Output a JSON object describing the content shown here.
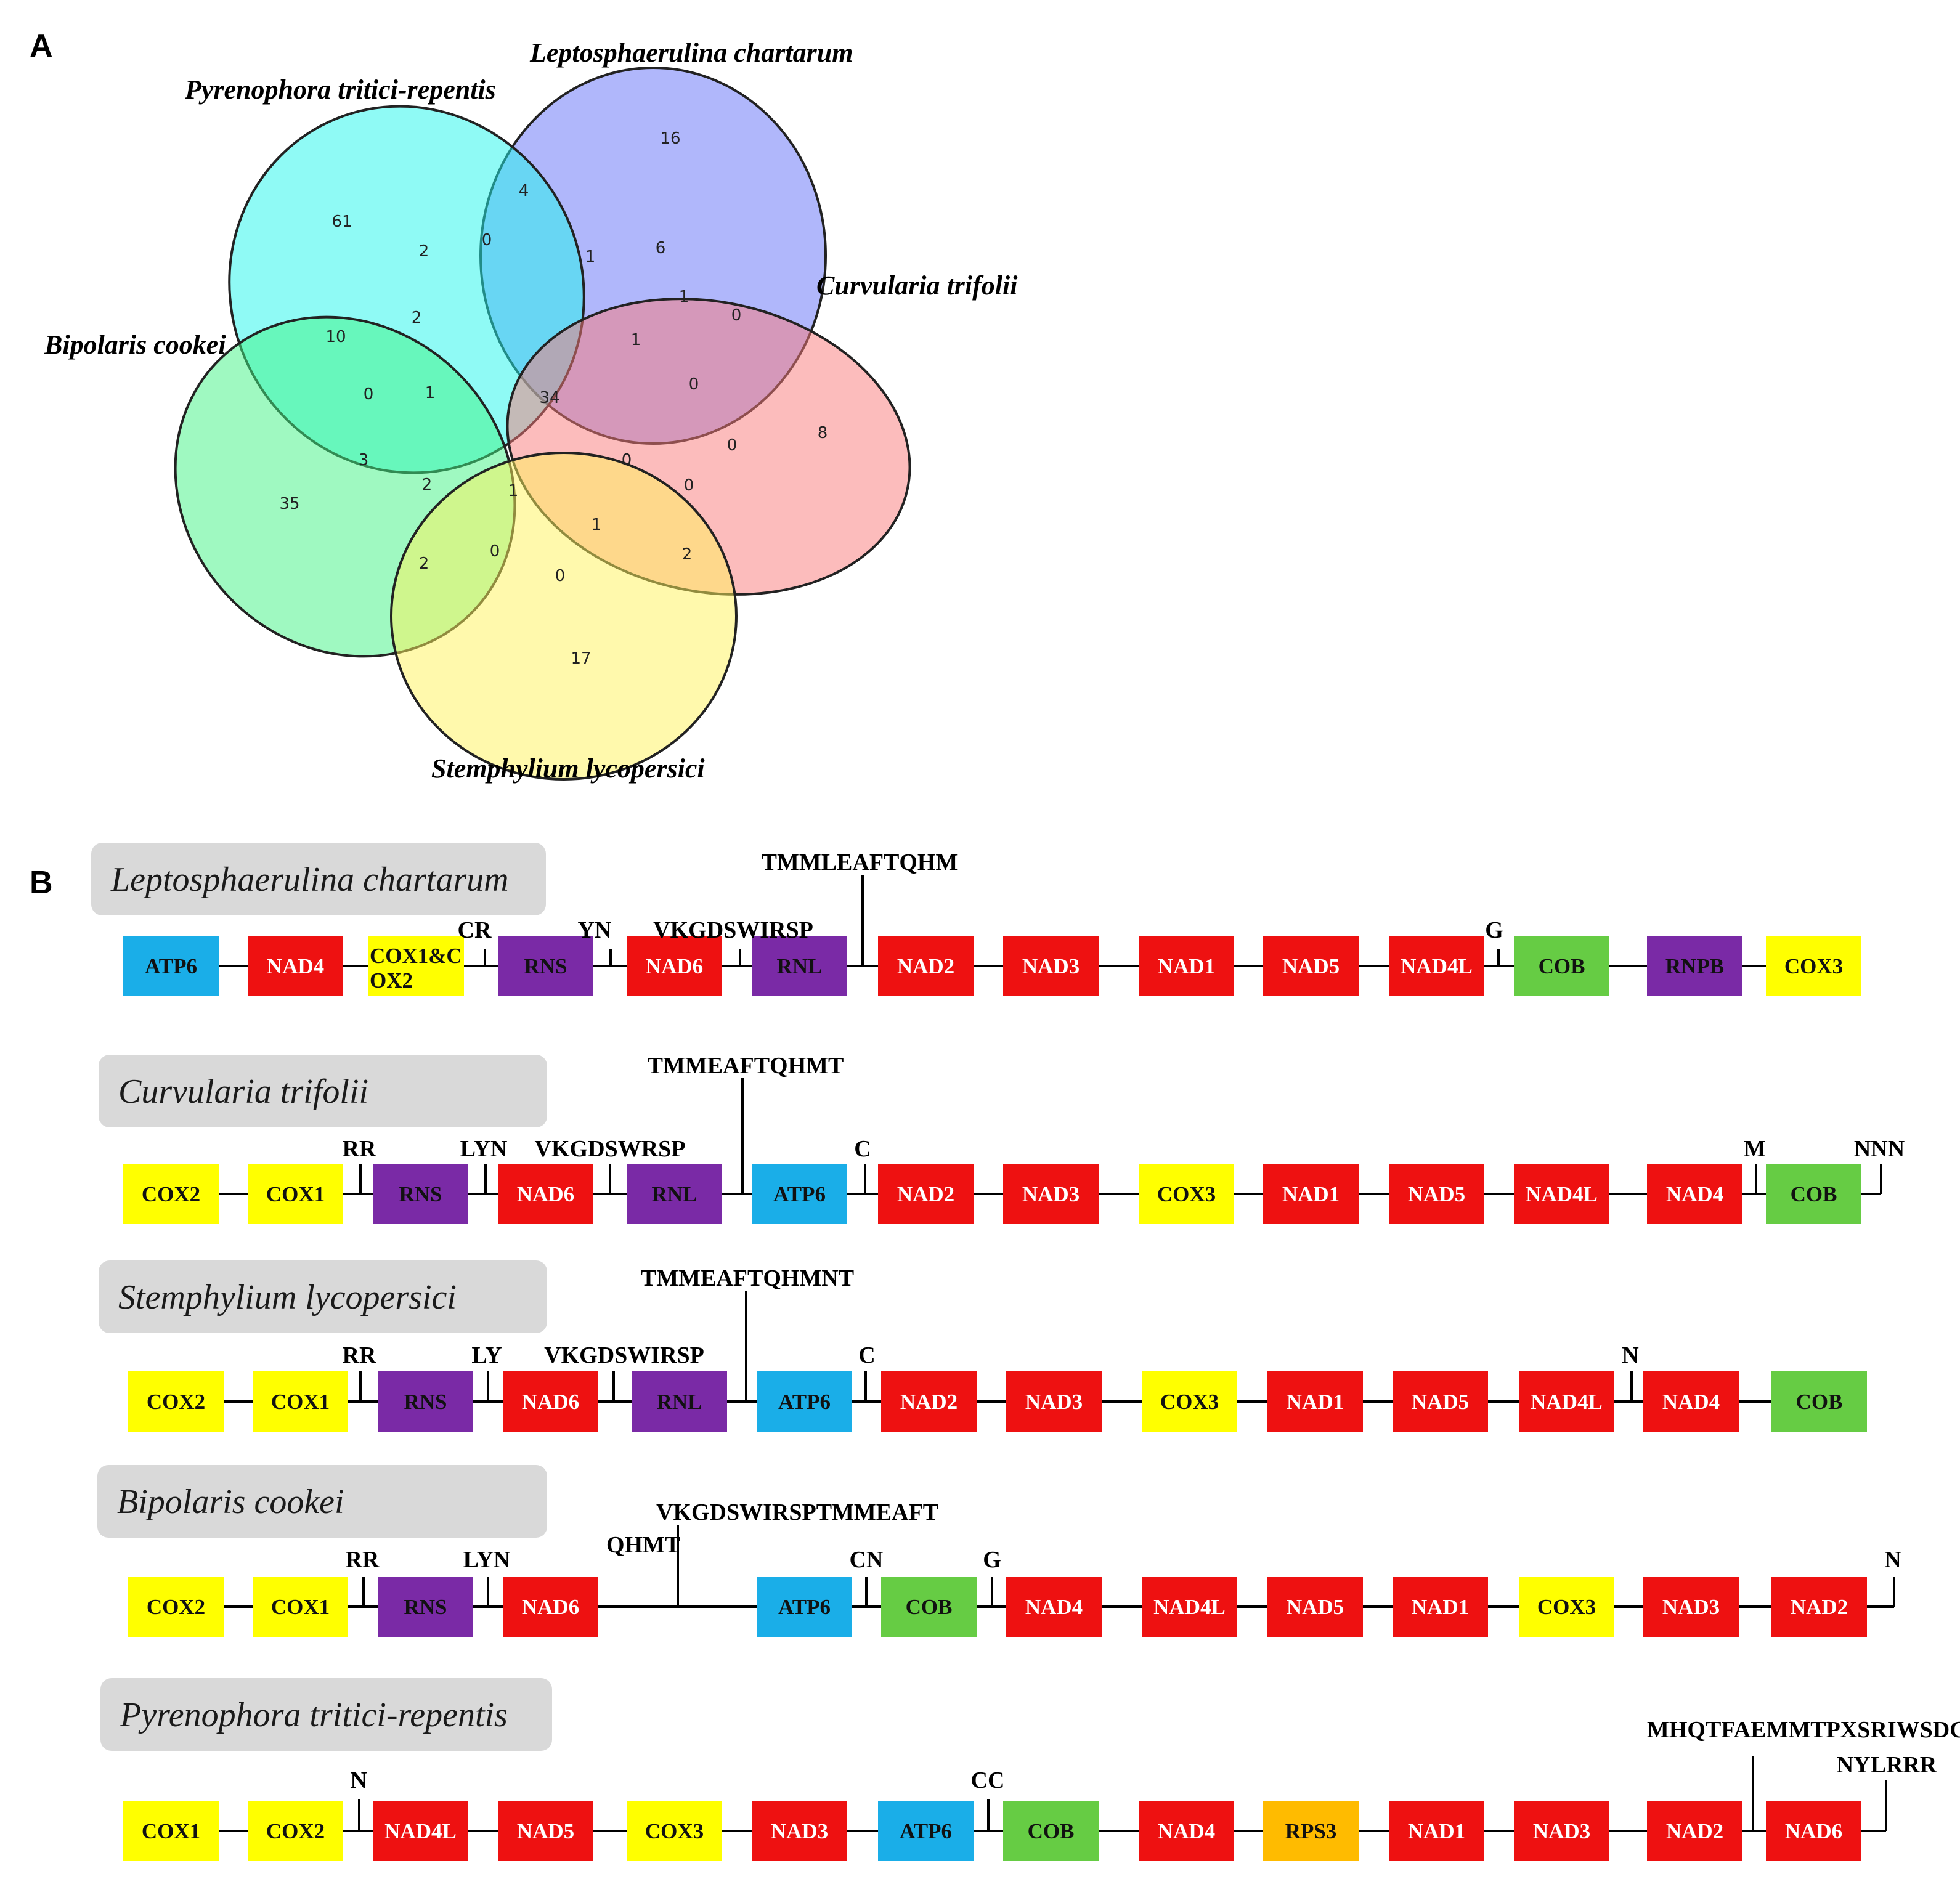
{
  "panels": {
    "a": "A",
    "b": "B"
  },
  "venn": {
    "species": {
      "lc": "Leptosphaerulina chartarum",
      "pt": "Pyrenophora tritici-repentis",
      "ct": "Curvularia trifolii",
      "bc": "Bipolaris cookei",
      "sl": "Stemphylium lycopersici"
    },
    "counts": [
      "16",
      "61",
      "4",
      "0",
      "2",
      "1",
      "6",
      "1",
      "2",
      "10",
      "0",
      "0",
      "1",
      "34",
      "1",
      "0",
      "8",
      "3",
      "2",
      "1",
      "0",
      "0",
      "0",
      "35",
      "1",
      "2",
      "0",
      "2",
      "0",
      "17"
    ],
    "colors": {
      "lc": "#6f7cf7",
      "pt": "#1ff6ec",
      "ct": "#f97a7a",
      "bc": "#3ff383",
      "sl": "#fff35a"
    }
  },
  "colors": {
    "ATP6": "#1aaee8",
    "NAD": "#ee1111",
    "COX": "#ffff00",
    "RN": "#7a2aa6",
    "COB": "#66cc44",
    "RPS3": "#ffbb00"
  },
  "tracks": [
    {
      "label": "Leptosphaerulina chartarum",
      "genes": [
        "ATP6",
        "NAD4",
        "COX1&COX2",
        "RNS",
        "NAD6",
        "RNL",
        "NAD2",
        "NAD3",
        "NAD1",
        "NAD5",
        "NAD4L",
        "COB",
        "RNPB",
        "COX3"
      ],
      "trnas": [
        "CR",
        "YN",
        "VKGDSWIRSP",
        "TMMLEAFTQHM",
        "G"
      ]
    },
    {
      "label": "Curvularia trifolii",
      "genes": [
        "COX2",
        "COX1",
        "RNS",
        "NAD6",
        "RNL",
        "ATP6",
        "NAD2",
        "NAD3",
        "COX3",
        "NAD1",
        "NAD5",
        "NAD4L",
        "NAD4",
        "COB"
      ],
      "trnas": [
        "RR",
        "LYN",
        "VKGDSWRSP",
        "TMMEAFTQHMT",
        "C",
        "M",
        "NNN"
      ]
    },
    {
      "label": "Stemphylium lycopersici",
      "genes": [
        "COX2",
        "COX1",
        "RNS",
        "NAD6",
        "RNL",
        "ATP6",
        "NAD2",
        "NAD3",
        "COX3",
        "NAD1",
        "NAD5",
        "NAD4L",
        "NAD4",
        "COB"
      ],
      "trnas": [
        "RR",
        "LY",
        "VKGDSWIRSP",
        "TMMEAFTQHMNT",
        "C",
        "N"
      ]
    },
    {
      "label": "Bipolaris cookei",
      "genes": [
        "COX2",
        "COX1",
        "RNS",
        "NAD6",
        "ATP6",
        "COB",
        "NAD4",
        "NAD4L",
        "NAD5",
        "NAD1",
        "COX3",
        "NAD3",
        "NAD2"
      ],
      "trnas": [
        "RR",
        "LYN",
        "VKGDSWIRSPTMMEAFT",
        "QHMT",
        "CN",
        "G",
        "N"
      ]
    },
    {
      "label": "Pyrenophora tritici-repentis",
      "genes": [
        "COX1",
        "COX2",
        "NAD4L",
        "NAD5",
        "COX3",
        "NAD3",
        "ATP6",
        "COB",
        "NAD4",
        "RPS3",
        "NAD1",
        "NAD3",
        "NAD2",
        "NAD6"
      ],
      "trnas": [
        "N",
        "CC",
        "MHQTFAEMMTPXSRIWSDGKV",
        "NYLRRR"
      ]
    }
  ]
}
